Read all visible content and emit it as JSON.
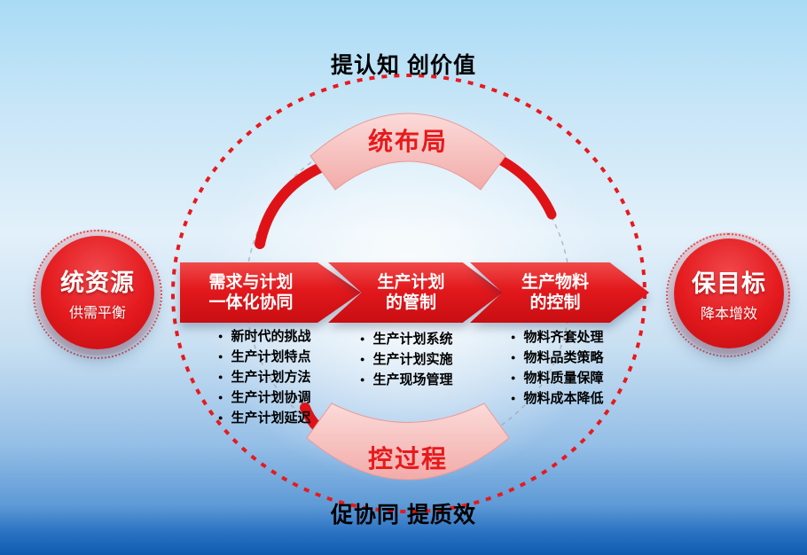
{
  "colors": {
    "accent_red": "#e8191c",
    "band_pink": "#f7c5c3",
    "background_blue_top": "#a9dbf6",
    "background_blue_bottom": "#0f5cb0",
    "text_black": "#000000",
    "text_white": "#ffffff"
  },
  "icons": {
    "bullet": "●"
  },
  "captions": {
    "top": "提认知 创价值",
    "bottom": "促协同 提质效"
  },
  "bands": {
    "top_label": "统布局",
    "bottom_label": "控过程"
  },
  "left_node": {
    "title": "统资源",
    "subtitle": "供需平衡"
  },
  "right_node": {
    "title": "保目标",
    "subtitle": "降本增效"
  },
  "steps": [
    {
      "title_line1": "需求与计划",
      "title_line2": "一体化协同",
      "items": [
        "新时代的挑战",
        "生产计划特点",
        "生产计划方法",
        "生产计划协调",
        "生产计划延迟"
      ]
    },
    {
      "title_line1": "生产计划",
      "title_line2": "的管制",
      "items": [
        "生产计划系统",
        "生产计划实施",
        "生产现场管理"
      ]
    },
    {
      "title_line1": "生产物料",
      "title_line2": "的控制",
      "items": [
        "物料齐套处理",
        "物料品类策略",
        "物料质量保障",
        "物料成本降低"
      ]
    }
  ]
}
